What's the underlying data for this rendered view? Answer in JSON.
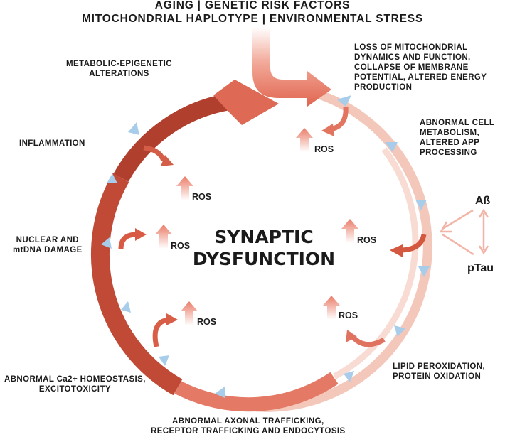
{
  "header": {
    "line1": "AGING |  GENETIC RISK FACTORS",
    "line2": "MITOCHONDRIAL HAPLOTYPE  |  ENVIRONMENTAL STRESS"
  },
  "center": {
    "line1": "SYNAPTIC",
    "line2": "DYSFUNCTION"
  },
  "labels": {
    "mito": [
      "LOSS OF MITOCHONDRIAL",
      "DYNAMICS AND FUNCTION,",
      "COLLAPSE OF MEMBRANE",
      "POTENTIAL, ALTERED ENERGY",
      "PRODUCTION"
    ],
    "metabolism": [
      "ABNORMAL CELL",
      "METABOLISM,",
      "ALTERED APP",
      "PROCESSING"
    ],
    "lipid": [
      "LIPID PEROXIDATION,",
      "PROTEIN OXIDATION"
    ],
    "axonal": [
      "ABNORMAL AXONAL TRAFFICKING,",
      "RECEPTOR TRAFFICKING AND ENDOCYTOSIS"
    ],
    "calcium": [
      "ABNORMAL Ca2+ HOMEOSTASIS,",
      "EXCITOTOXICITY"
    ],
    "nuclear": [
      "NUCLEAR AND",
      "mtDNA DAMAGE"
    ],
    "inflammation": [
      "INFLAMMATION"
    ],
    "epigenetic": [
      "METABOLIC-EPIGENETIC",
      "ALTERATIONS"
    ]
  },
  "ros_label": "ROS",
  "abeta": "Aß",
  "ptau": "pTau",
  "colors": {
    "ring_dark": "#a83a2a",
    "ring_mid": "#e0735f",
    "ring_light": "#f6d6cc",
    "arrow_accent": "#e8806c",
    "chevron": "#a8cdea",
    "text": "#1a1a1a"
  }
}
